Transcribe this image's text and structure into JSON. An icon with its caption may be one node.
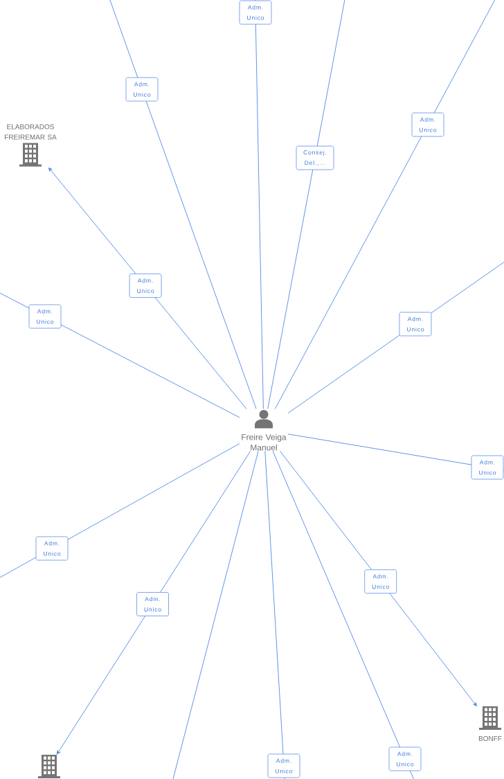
{
  "diagram": {
    "nodes": [
      {
        "text": [
          "ELABORADOS FREIREMAR SA"
        ]
      },
      {
        "text": [
          "Freire Veiga Manuel"
        ]
      },
      {
        "text": [
          "BONFF"
        ]
      },
      {
        "text": [],
        "shape": "building"
      }
    ],
    "edges": [
      {
        "from": 1,
        "to": null,
        "arrow": "none",
        "label": "Adm. Unico"
      },
      {
        "from": 1,
        "to": null,
        "arrow": "none",
        "label": "Adm. Unico"
      },
      {
        "from": 1,
        "to": null,
        "arrow": "none",
        "label": "Consej. Del.,..."
      },
      {
        "from": 1,
        "to": null,
        "arrow": "none",
        "label": "Adm. Unico"
      },
      {
        "from": 1,
        "to": null,
        "arrow": "none",
        "label": "Adm. Unico"
      },
      {
        "from": 1,
        "to": null,
        "arrow": "none",
        "label": "Adm. Unico"
      },
      {
        "from": 1,
        "to": 2,
        "arrow": "to",
        "label": "Adm. Unico"
      },
      {
        "from": 1,
        "to": null,
        "arrow": "none",
        "label": "Adm. Unico"
      },
      {
        "from": 1,
        "to": null,
        "arrow": "none",
        "label": "Adm. Unico"
      },
      {
        "from": 1,
        "to": null,
        "arrow": "none"
      },
      {
        "from": 1,
        "to": 3,
        "arrow": "to",
        "label": "Adm. Unico"
      },
      {
        "from": 1,
        "to": null,
        "arrow": "none",
        "label": "Adm. Unico"
      },
      {
        "from": 1,
        "to": null,
        "arrow": "none",
        "label": "Adm. Unico"
      },
      {
        "from": 1,
        "to": 0,
        "arrow": "to",
        "label": "Adm. Unico"
      }
    ]
  }
}
